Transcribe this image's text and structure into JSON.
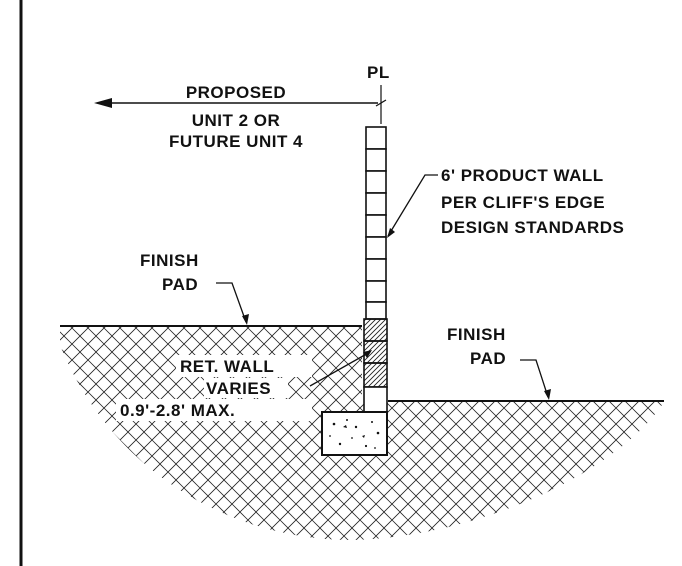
{
  "labels": {
    "property_line": "PL",
    "proposed": [
      "PROPOSED",
      "UNIT 2 OR",
      "FUTURE UNIT 4"
    ],
    "product_wall": [
      "6' PRODUCT WALL",
      "PER CLIFF'S EDGE",
      "DESIGN STANDARDS"
    ],
    "finish_pad_left": [
      "FINISH",
      "PAD"
    ],
    "finish_pad_right": [
      "FINISH",
      "PAD"
    ],
    "retaining_wall": [
      "RET. WALL",
      "VARIES",
      "0.9'-2.8' MAX."
    ]
  },
  "colors": {
    "ink": "#111111",
    "paper": "#ffffff"
  }
}
